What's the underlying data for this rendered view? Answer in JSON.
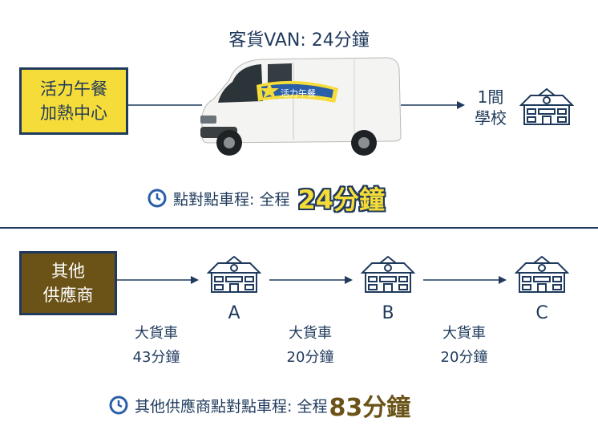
{
  "top": {
    "van_title": "客貨VAN: 24分鐘",
    "source_box": {
      "line1": "活力午餐",
      "line2": "加熱中心",
      "color": "#f6dc38"
    },
    "van_logo_text": "活力午餐",
    "destination": {
      "line1": "1間",
      "line2": "學校"
    },
    "summary": {
      "label": "點對點車程: 全程",
      "value": "24分鐘"
    }
  },
  "bottom": {
    "source_box": {
      "line1": "其他",
      "line2": "供應商",
      "color": "#6b5318"
    },
    "stops": [
      {
        "label": "A",
        "vehicle": "大貨車",
        "time": "43分鐘"
      },
      {
        "label": "B",
        "vehicle": "大貨車",
        "time": "20分鐘"
      },
      {
        "label": "C",
        "vehicle": "大貨車",
        "time": "20分鐘"
      }
    ],
    "summary": {
      "label": "其他供應商點對點車程: 全程",
      "value": "83分鐘"
    }
  },
  "colors": {
    "navy": "#1f3a5c",
    "yellow": "#f6dc38",
    "brown": "#6b5318"
  },
  "icons": [
    "school-icon",
    "clock-icon",
    "van-image",
    "arrow-icon"
  ]
}
